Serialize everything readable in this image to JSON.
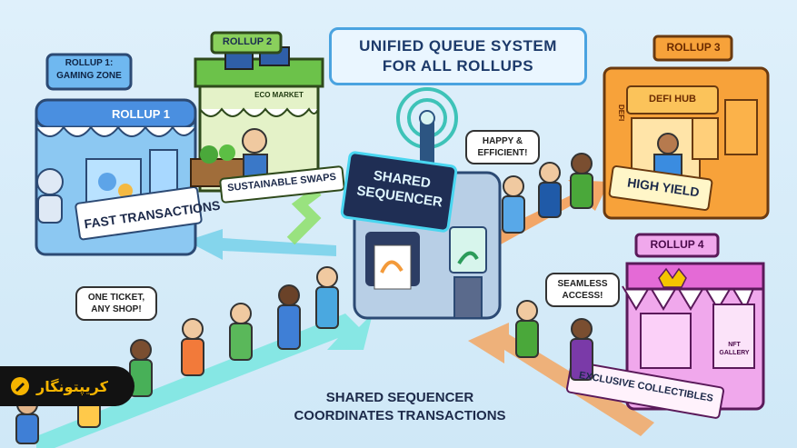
{
  "title": {
    "line1": "UNIFIED QUEUE SYSTEM",
    "line2": "FOR ALL ROLLUPS"
  },
  "rollups": {
    "r1": {
      "top_sign_line1": "ROLLUP 1:",
      "top_sign_line2": "GAMING ZONE",
      "awning": "ROLLUP 1",
      "label": "FAST TRANSACTIONS"
    },
    "r2": {
      "top_sign": "ROLLUP 2",
      "awning": "ECO MARKET",
      "label": "SUSTAINABLE SWAPS"
    },
    "r3": {
      "top_sign": "ROLLUP 3",
      "awning": "DEFI HUB",
      "side": "DEFI",
      "label": "HIGH YIELD"
    },
    "r4": {
      "top_sign": "ROLLUP 4",
      "window_line1": "NFT",
      "window_line2": "GALLERY",
      "label": "EXCLUSIVE COLLECTIBLES"
    }
  },
  "sequencer": {
    "sign_line1": "SHARED",
    "sign_line2": "SEQUENCER"
  },
  "bubbles": {
    "one_ticket_line1": "ONE TICKET,",
    "one_ticket_line2": "ANY SHOP!",
    "happy_line1": "HAPPY &",
    "happy_line2": "EFFICIENT!",
    "seamless_line1": "SEAMLESS",
    "seamless_line2": "ACCESS!"
  },
  "footer": {
    "line1": "SHARED SEQUENCER",
    "line2": "COORDINATES TRANSACTIONS"
  },
  "brand": {
    "name": "کریپتونگار"
  },
  "colors": {
    "sky": "#dff0fb",
    "rollup1": "#4a8fe0",
    "rollup2": "#6cc24a",
    "rollup3": "#f7a23a",
    "rollup4": "#e46ad6",
    "accent": "#4aa3e0"
  }
}
